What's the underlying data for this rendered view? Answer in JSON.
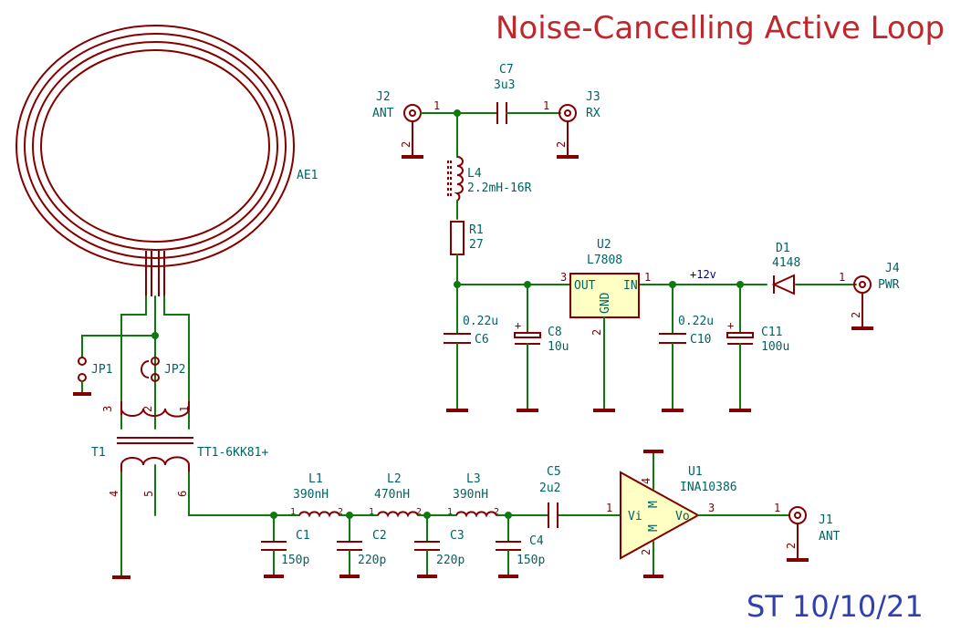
{
  "title": "Noise-Cancelling Active Loop",
  "date": "ST 10/10/21",
  "net_label": "+12v",
  "components": {
    "ae1": {
      "ref": "AE1"
    },
    "jp1": {
      "ref": "JP1"
    },
    "jp2": {
      "ref": "JP2"
    },
    "t1": {
      "ref": "T1",
      "value": "TT1-6KK81+",
      "pins": [
        "3",
        "2",
        "1",
        "4",
        "5",
        "6"
      ]
    },
    "j2": {
      "ref": "J2",
      "value": "ANT",
      "pin1": "1",
      "pin2": "2"
    },
    "j3": {
      "ref": "J3",
      "value": "RX",
      "pin1": "1",
      "pin2": "2"
    },
    "j4": {
      "ref": "J4",
      "value": "PWR",
      "pin1": "1",
      "pin2": "2"
    },
    "j1": {
      "ref": "J1",
      "value": "ANT",
      "pin1": "1",
      "pin2": "2"
    },
    "c7": {
      "ref": "C7",
      "value": "3u3"
    },
    "l4": {
      "ref": "L4",
      "value": "2.2mH-16R"
    },
    "r1": {
      "ref": "R1",
      "value": "27"
    },
    "u2": {
      "ref": "U2",
      "value": "L7808",
      "out": "OUT",
      "in": "IN",
      "gnd": "GND",
      "pin_out": "3",
      "pin_in": "1",
      "pin_gnd": "2"
    },
    "d1": {
      "ref": "D1",
      "value": "4148"
    },
    "c6": {
      "ref": "C6",
      "value": "0.22u"
    },
    "c8": {
      "ref": "C8",
      "value": "10u"
    },
    "c10": {
      "ref": "C10",
      "value": "0.22u"
    },
    "c11": {
      "ref": "C11",
      "value": "100u"
    },
    "l1": {
      "ref": "L1",
      "value": "390nH"
    },
    "l2": {
      "ref": "L2",
      "value": "470nH"
    },
    "l3": {
      "ref": "L3",
      "value": "390nH"
    },
    "c1": {
      "ref": "C1",
      "value": "150p"
    },
    "c2": {
      "ref": "C2",
      "value": "220p"
    },
    "c3": {
      "ref": "C3",
      "value": "220p"
    },
    "c4": {
      "ref": "C4",
      "value": "150p"
    },
    "c5": {
      "ref": "C5",
      "value": "2u2"
    },
    "u1": {
      "ref": "U1",
      "value": "INA10386",
      "vi": "Vi",
      "vo": "Vo",
      "pin_in": "1",
      "pin_out": "3",
      "pin_top": "4",
      "pin_bot": "2",
      "m": "M"
    }
  },
  "pin_numbers": {
    "one": "1",
    "two": "2",
    "three": "3"
  }
}
